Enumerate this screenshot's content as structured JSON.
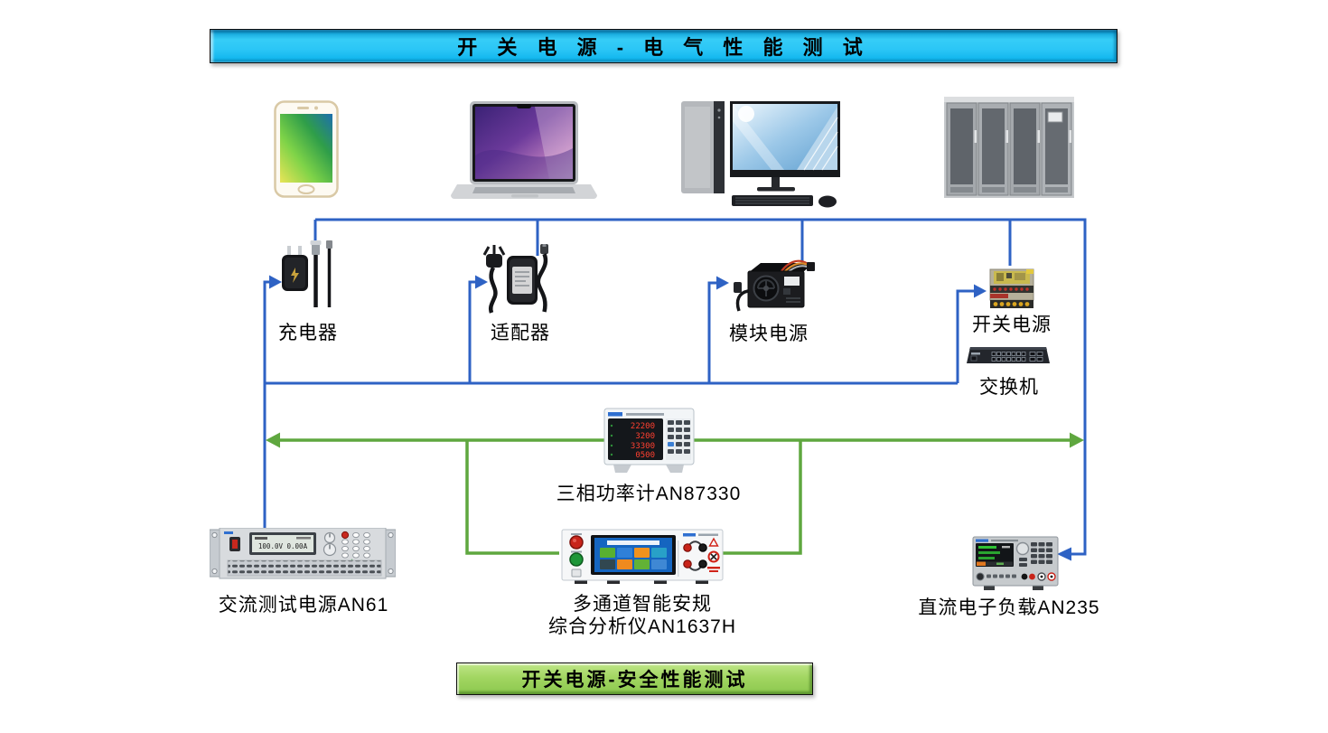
{
  "title_banner": "开 关 电 源 - 电 气 性 能 测 试",
  "bottom_banner": "开关电源-安全性能测试",
  "labels": {
    "charger": "充电器",
    "adapter": "适配器",
    "module_psu": "模块电源",
    "switching_psu": "开关电源",
    "network_switch": "交换机",
    "power_meter": "三相功率计AN87330",
    "ac_source": "交流测试电源AN61",
    "safety_analyzer_line1": "多通道智能安规",
    "safety_analyzer_line2": "综合分析仪AN1637H",
    "dc_load": "直流电子负载AN235"
  },
  "readings": {
    "ac_source_display": "100.0V  0.00A",
    "power_meter_rows": [
      "22200",
      "3200",
      "33300",
      "0500"
    ]
  },
  "colors": {
    "line_blue": "#2e62c4",
    "line_green": "#5fa73f",
    "banner_top_bg": "#2bc6f6",
    "banner_bottom_bg": "#9ed45e"
  }
}
